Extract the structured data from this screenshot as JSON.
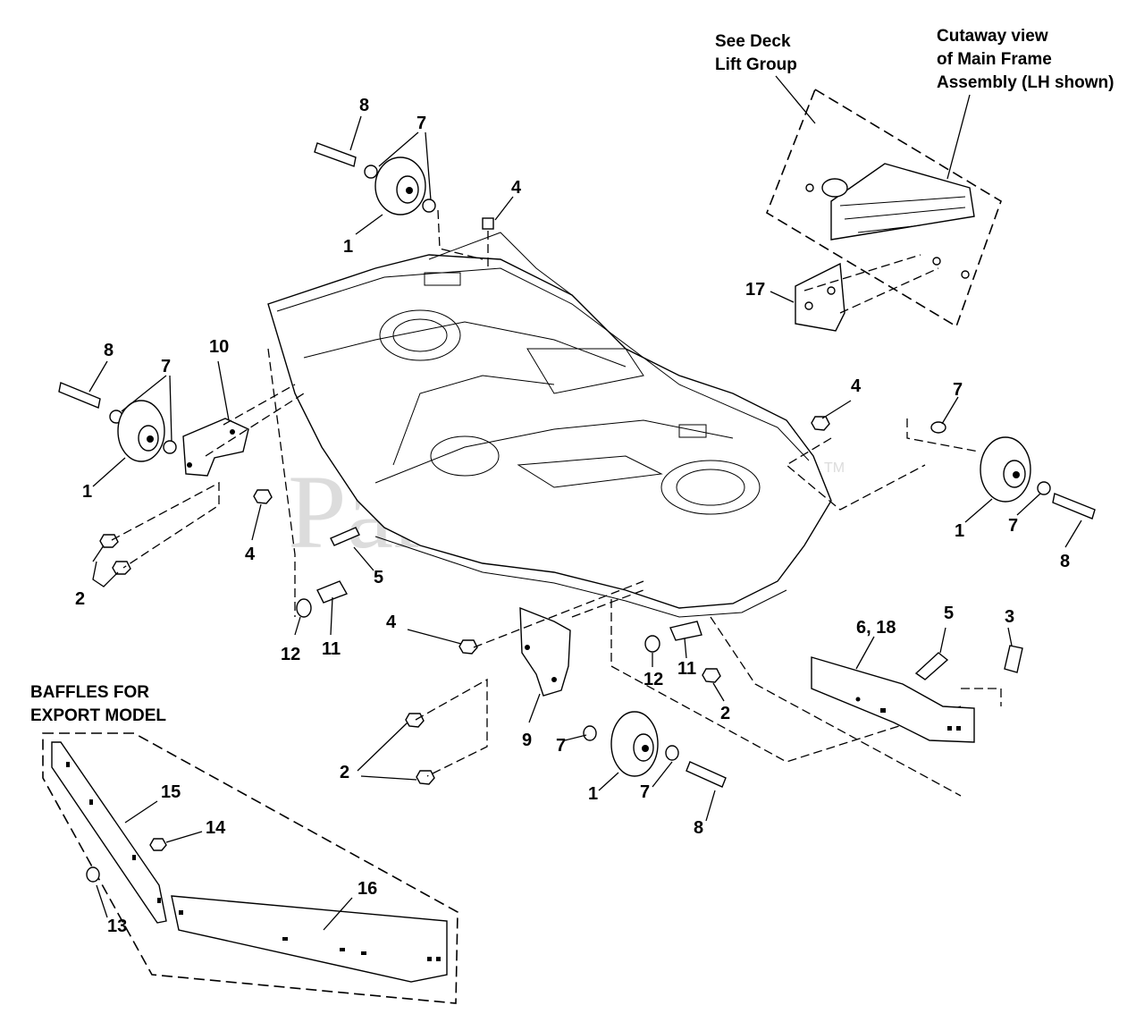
{
  "watermark": {
    "text": "PartsTree",
    "trademark": "TM"
  },
  "notes": {
    "deck_lift": [
      "See Deck",
      "Lift Group"
    ],
    "cutaway": [
      "Cutaway view",
      "of Main Frame",
      "Assembly (LH shown)"
    ],
    "baffles": [
      "BAFFLES FOR",
      "EXPORT MODEL"
    ]
  },
  "callouts": {
    "top_bolt_8": "8",
    "top_washer_7": "7",
    "top_nut_4": "4",
    "top_wheel_1": "1",
    "frame_17": "17",
    "left_bolt_8": "8",
    "left_washer_7": "7",
    "bracket_10": "10",
    "left_wheel_1": "1",
    "left_nut_4": "4",
    "left_nut_2": "2",
    "bolt_5_left": "5",
    "washer_12_left": "12",
    "bolt_11_left": "11",
    "right_nut_4": "4",
    "right_washer_7_top": "7",
    "right_wheel_1": "1",
    "right_washer_7_bottom": "7",
    "right_bolt_8": "8",
    "baffle_6_18": "6, 18",
    "bolt_5_right": "5",
    "bolt_3": "3",
    "front_nut_4": "4",
    "washer_12_mid": "12",
    "bolt_11_mid": "11",
    "nut_2_mid": "2",
    "bracket_9": "9",
    "front_washer_7": "7",
    "front_wheel_1": "1",
    "front_washer_7_b": "7",
    "front_bolt_8": "8",
    "front_nut_2": "2",
    "baffle_15": "15",
    "nut_14": "14",
    "bolt_13": "13",
    "baffle_16": "16"
  }
}
